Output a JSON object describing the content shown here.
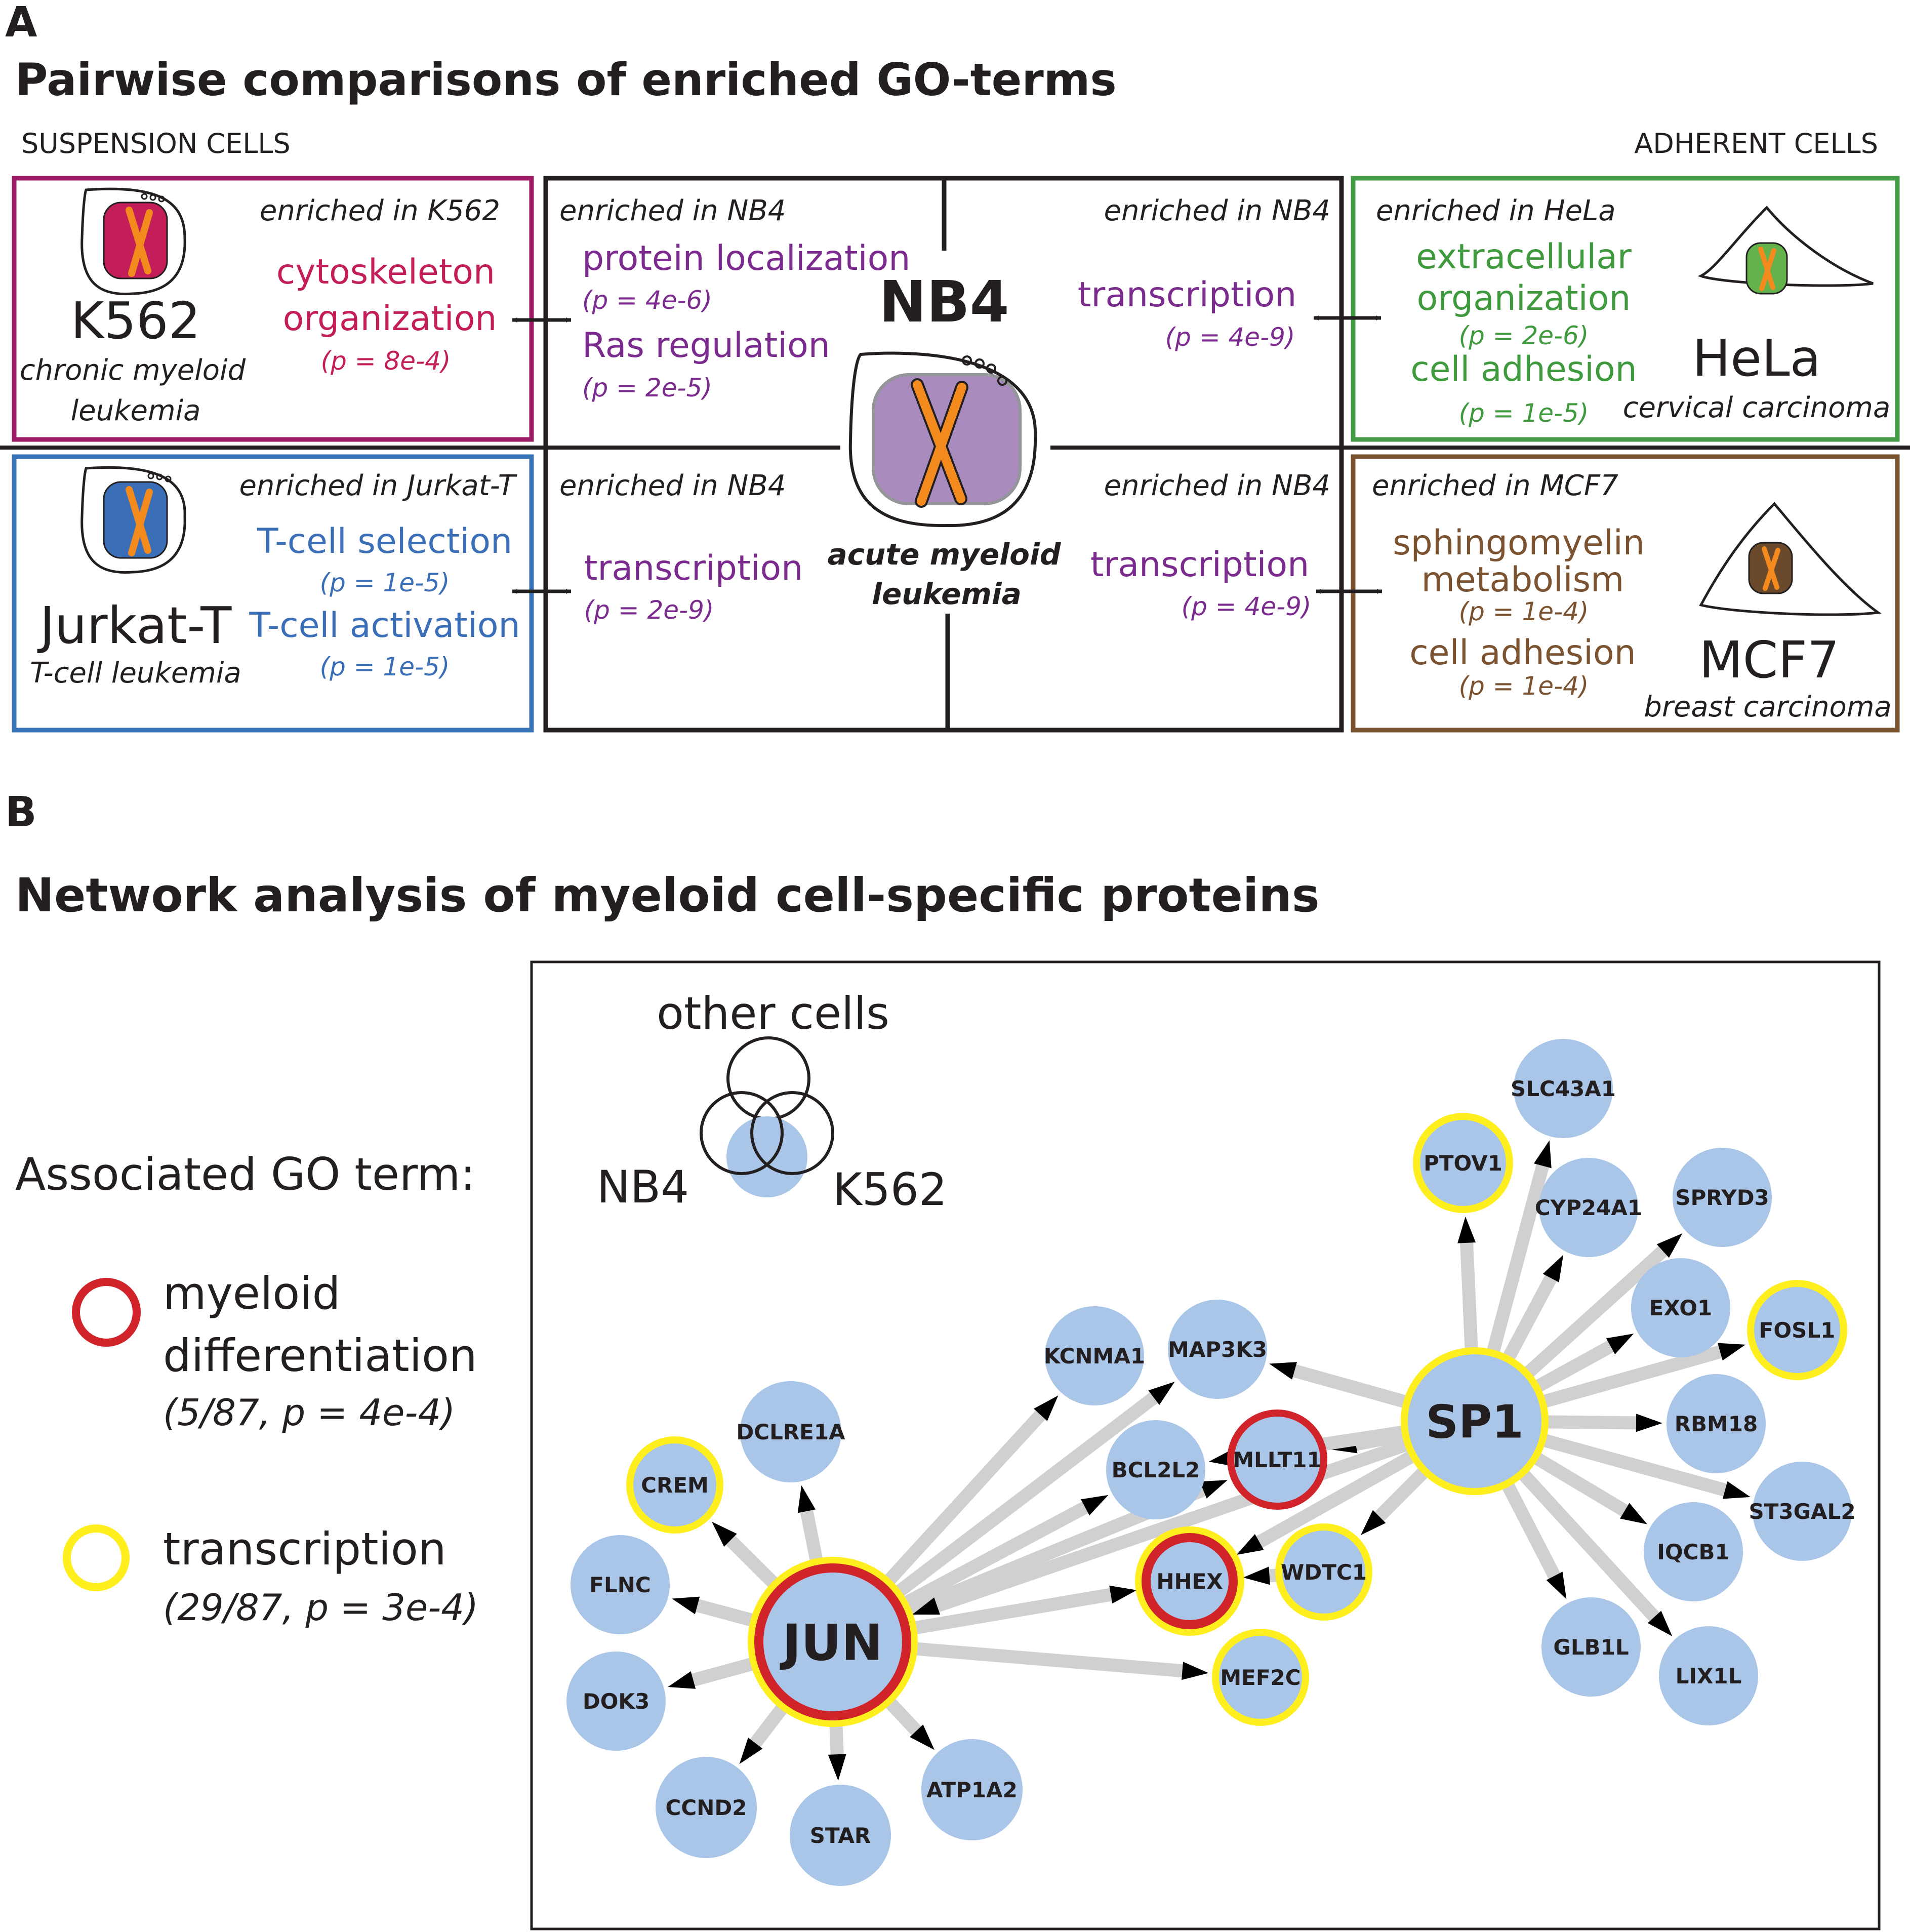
{
  "panel_a": {
    "letter": "A",
    "title": "Pairwise comparisons of enriched GO-terms",
    "left_caption": "SUSPENSION CELLS",
    "right_caption": "ADHERENT CELLS",
    "center": {
      "name": "NB4",
      "desc1": "acute myeloid",
      "desc2": "leukemia"
    },
    "cells": {
      "k562": {
        "header": "enriched in K562",
        "term1": "cytoskeleton",
        "term2": "organization",
        "p": "(p = 8e-4)",
        "name": "K562",
        "desc1": "chronic myeloid",
        "desc2": "leukemia",
        "color": "#c41e5a",
        "border": "#9b1c64"
      },
      "jurkat": {
        "header": "enriched in Jurkat-T",
        "term1": "T-cell selection",
        "p1": "(p = 1e-5)",
        "term2": "T-cell activation",
        "p2": "(p = 1e-5)",
        "name": "Jurkat-T",
        "desc1": "T-cell leukemia",
        "color": "#3a6fb7",
        "border": "#3a74b8"
      },
      "hela": {
        "header": "enriched in HeLa",
        "term1a": "extracellular",
        "term1b": "organization",
        "p1": "(p = 2e-6)",
        "term2": "cell adhesion",
        "p2": "(p = 1e-5)",
        "name": "HeLa",
        "desc1": "cervical carcinoma",
        "color": "#3f9a3e",
        "border": "#449b45"
      },
      "mcf7": {
        "header": "enriched in MCF7",
        "term1a": "sphingomyelin",
        "term1b": "metabolism",
        "p1": "(p = 1e-4)",
        "term2": "cell adhesion",
        "p2": "(p = 1e-4)",
        "name": "MCF7",
        "desc1": "breast carcinoma",
        "color": "#6b4a2b",
        "border": "#7b5330"
      }
    },
    "nb4_boxes": {
      "top_left": {
        "header": "enriched in NB4",
        "term1": "protein localization",
        "p1": "(p = 4e-6)",
        "term2": "Ras regulation",
        "p2": "(p = 2e-5)"
      },
      "top_right": {
        "header": "enriched in NB4",
        "term1": "transcription",
        "p1": "(p = 4e-9)"
      },
      "bottom_left": {
        "header": "enriched in NB4",
        "term1": "transcription",
        "p1": "(p = 2e-9)"
      },
      "bottom_right": {
        "header": "enriched in NB4",
        "term1": "transcription",
        "p1": "(p = 4e-9)"
      },
      "color": "#7b2a8e"
    }
  },
  "panel_b": {
    "letter": "B",
    "title": "Network analysis of myeloid cell-specific proteins",
    "legend": {
      "heading": "Associated GO term:",
      "myeloid_l1": "myeloid",
      "myeloid_l2": "differentiation",
      "myeloid_stats": "(5/87, p = 4e-4)",
      "transcription": "transcription",
      "transcription_stats": "(29/87, p = 3e-4)"
    },
    "venn": {
      "top": "other cells",
      "left": "NB4",
      "right": "K562"
    },
    "colors": {
      "node": "#a9c6e8",
      "myeloid_ring": "#d0232a",
      "transcription_ring": "#ffef1e",
      "edge": "#d0d0d0"
    },
    "nodes": {
      "JUN": "JUN",
      "SP1": "SP1",
      "CREM": "CREM",
      "DCLRE1A": "DCLRE1A",
      "FLNC": "FLNC",
      "DOK3": "DOK3",
      "CCND2": "CCND2",
      "STAR": "STAR",
      "ATP1A2": "ATP1A2",
      "KCNMA1": "KCNMA1",
      "MAP3K3": "MAP3K3",
      "BCL2L2": "BCL2L2",
      "MLLT11": "MLLT11",
      "HHEX": "HHEX",
      "WDTC1": "WDTC1",
      "MEF2C": "MEF2C",
      "SLC43A1": "SLC43A1",
      "PTOV1": "PTOV1",
      "CYP24A1": "CYP24A1",
      "SPRYD3": "SPRYD3",
      "EXO1": "EXO1",
      "FOSL1": "FOSL1",
      "RBM18": "RBM18",
      "ST3GAL2": "ST3GAL2",
      "IQCB1": "IQCB1",
      "GLB1L": "GLB1L",
      "LIX1L": "LIX1L"
    }
  }
}
